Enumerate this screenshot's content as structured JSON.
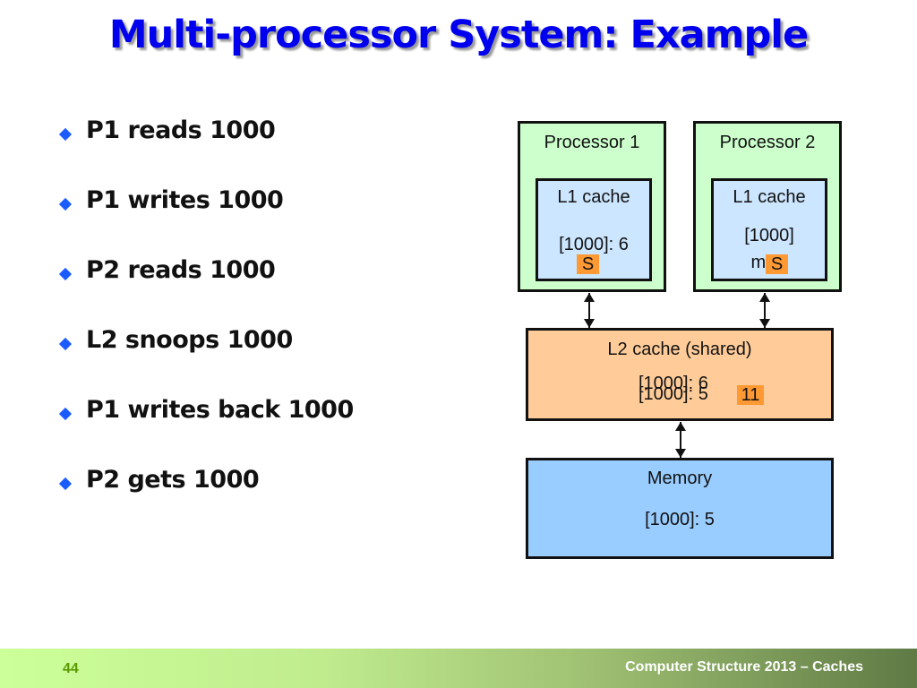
{
  "slide": {
    "title": "Multi-processor System: Example",
    "bullets": [
      "P1 reads 1000",
      "P1 writes 1000",
      "P2 reads 1000",
      "L2 snoops 1000",
      "P1 writes back 1000",
      "P2 gets 1000"
    ]
  },
  "diagram": {
    "processor1": {
      "label": "Processor 1",
      "l1_label": "L1 cache",
      "l1_value": "[1000]: 6",
      "state_tag": "S"
    },
    "processor2": {
      "label": "Processor 2",
      "l1_label": "L1 cache",
      "l1_value_line1": "[1000]",
      "l1_value_line2": "miss",
      "state_tag": "S"
    },
    "l2": {
      "label": "L2 cache (shared)",
      "value_old": "[1000]: 5",
      "value_new": "[1000]: 6",
      "state_tag": "11"
    },
    "memory": {
      "label": "Memory",
      "value": "[1000]: 5"
    }
  },
  "footer": {
    "page_number": "44",
    "course": "Computer Structure 2013 – Caches"
  }
}
